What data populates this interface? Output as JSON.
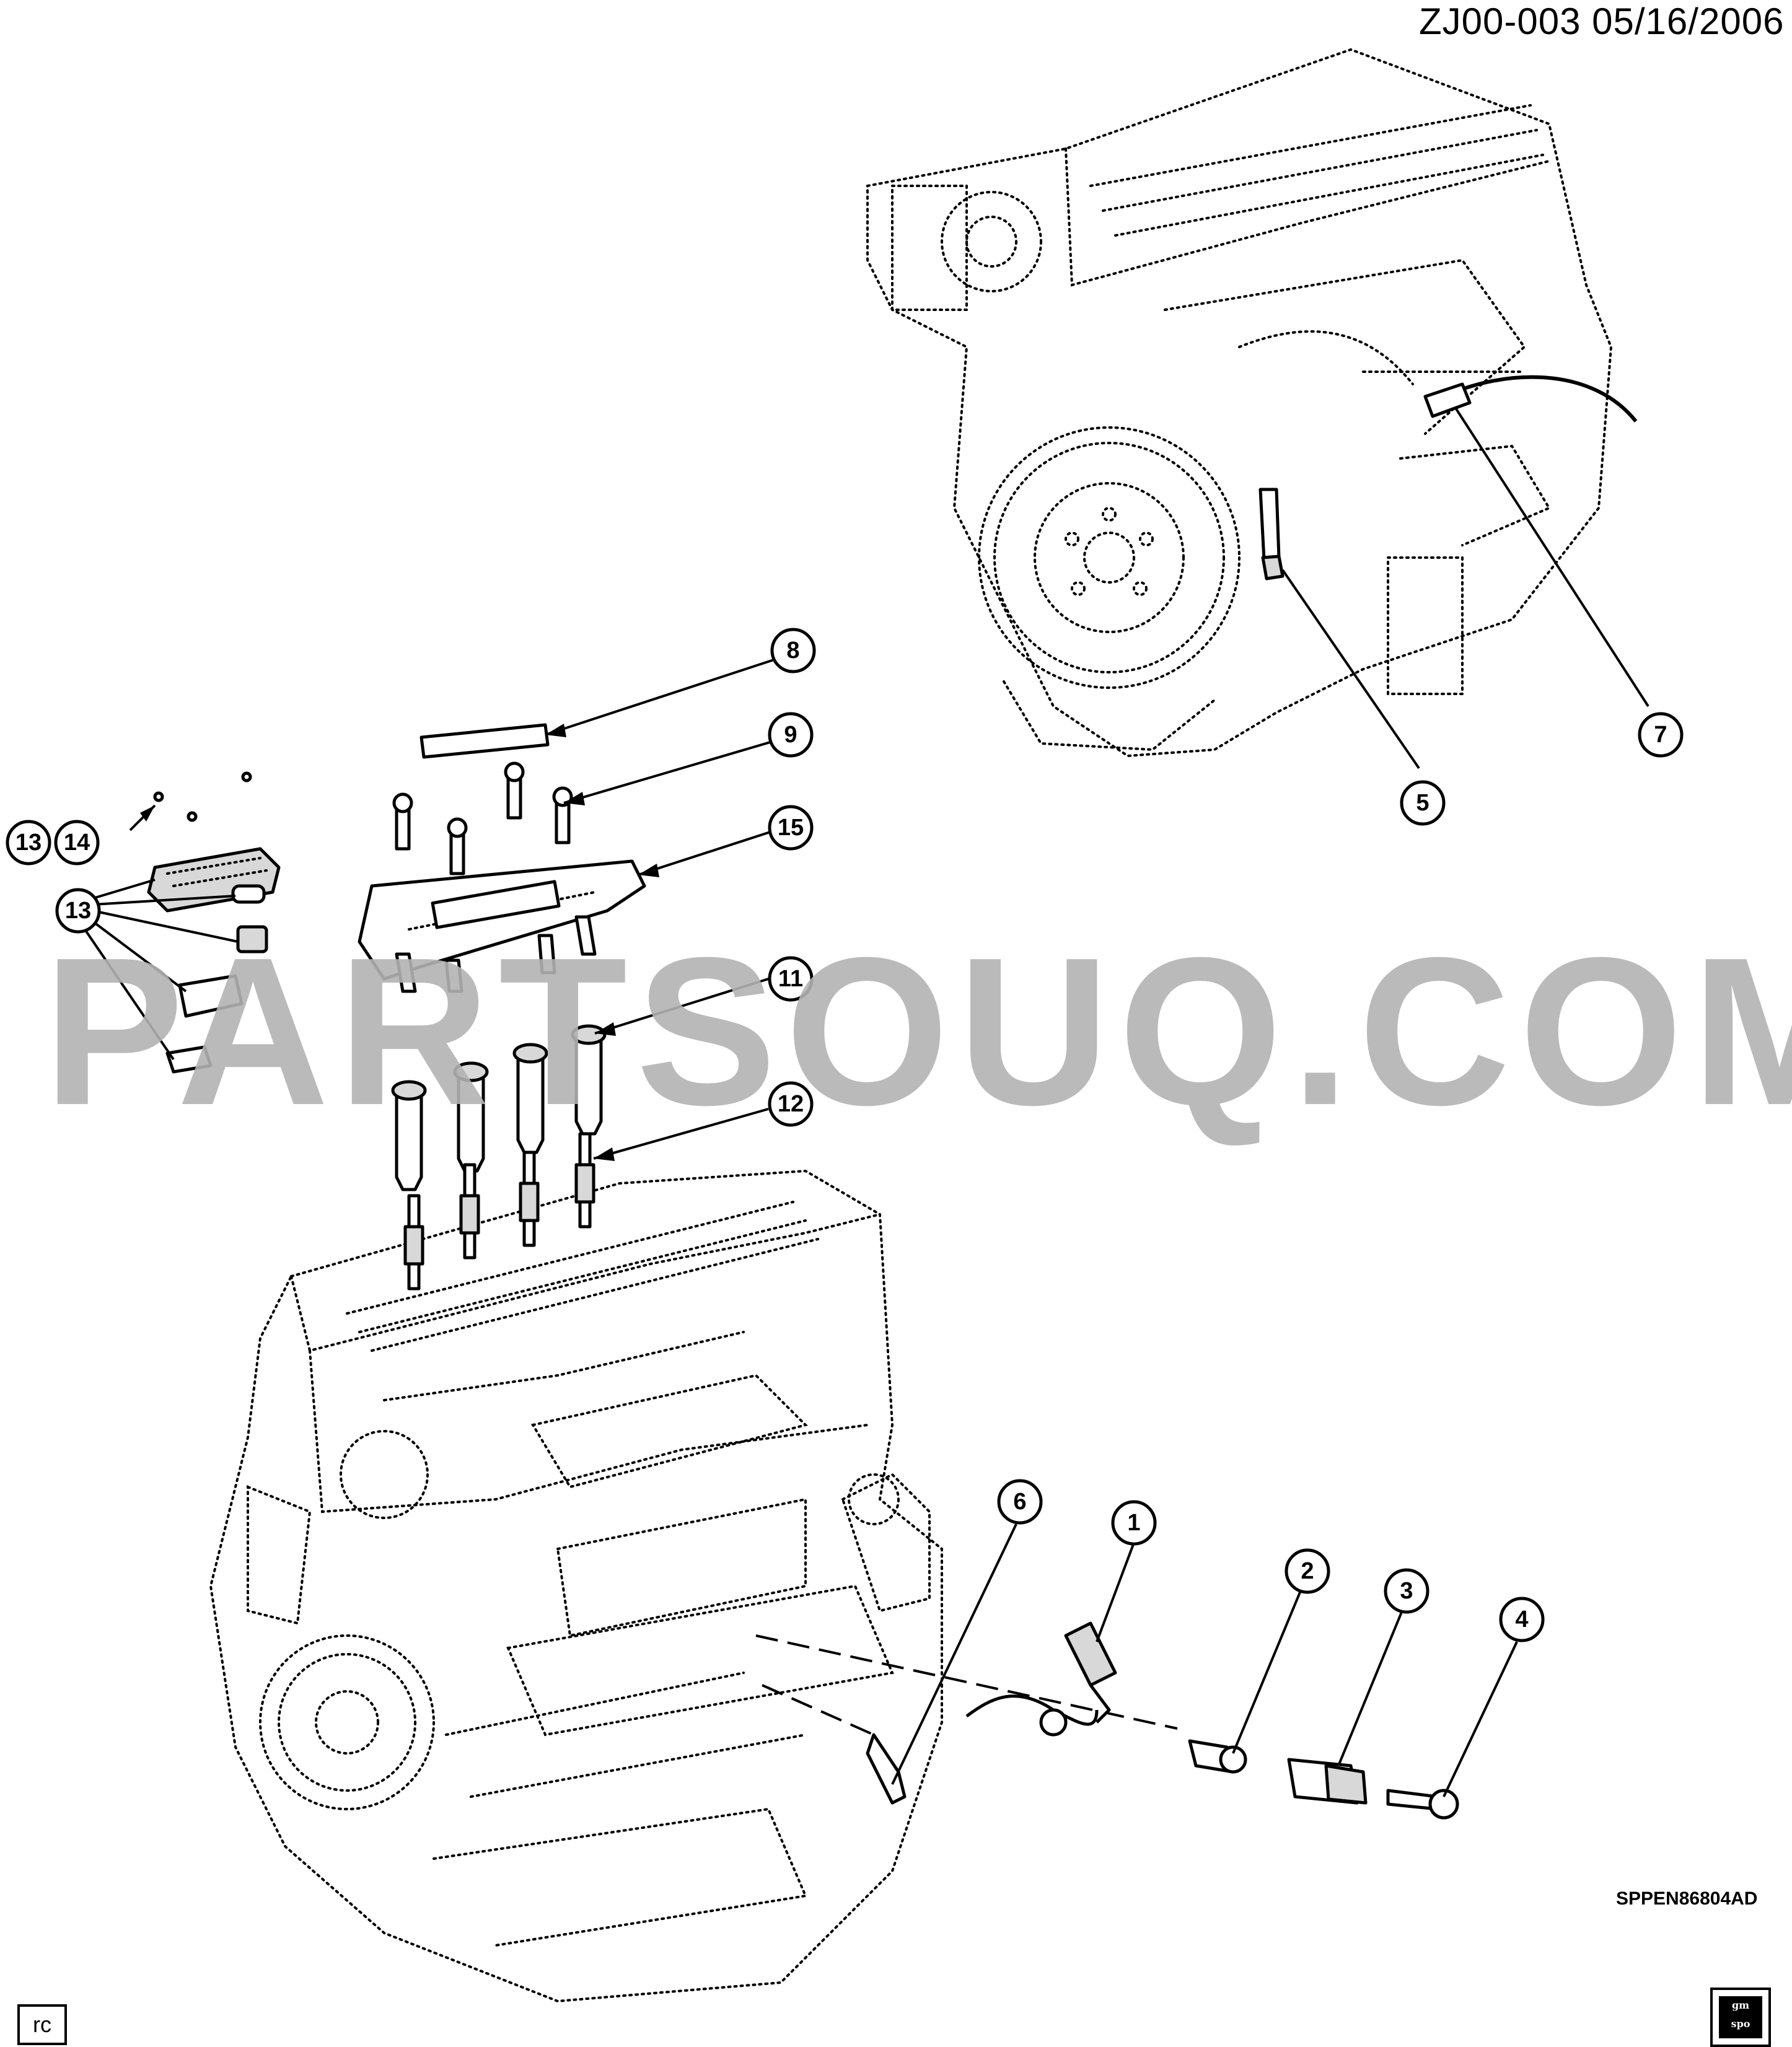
{
  "header": {
    "reference": "ZJ00-003  05/16/2006"
  },
  "watermark": "PARTSOUQ.COM",
  "drawing_number": "SPPEN86804AD",
  "corner_tag": "rc",
  "logo": {
    "line1": "gm",
    "line2": "spo"
  },
  "callouts": [
    {
      "id": "c1",
      "label": "1"
    },
    {
      "id": "c2",
      "label": "2"
    },
    {
      "id": "c3",
      "label": "3"
    },
    {
      "id": "c4",
      "label": "4"
    },
    {
      "id": "c5",
      "label": "5"
    },
    {
      "id": "c6",
      "label": "6"
    },
    {
      "id": "c7",
      "label": "7"
    },
    {
      "id": "c8",
      "label": "8"
    },
    {
      "id": "c9",
      "label": "9"
    },
    {
      "id": "c11",
      "label": "11"
    },
    {
      "id": "c12",
      "label": "12"
    },
    {
      "id": "c13a",
      "label": "13"
    },
    {
      "id": "c14",
      "label": "14"
    },
    {
      "id": "c13b",
      "label": "13"
    },
    {
      "id": "c15",
      "label": "15"
    }
  ]
}
